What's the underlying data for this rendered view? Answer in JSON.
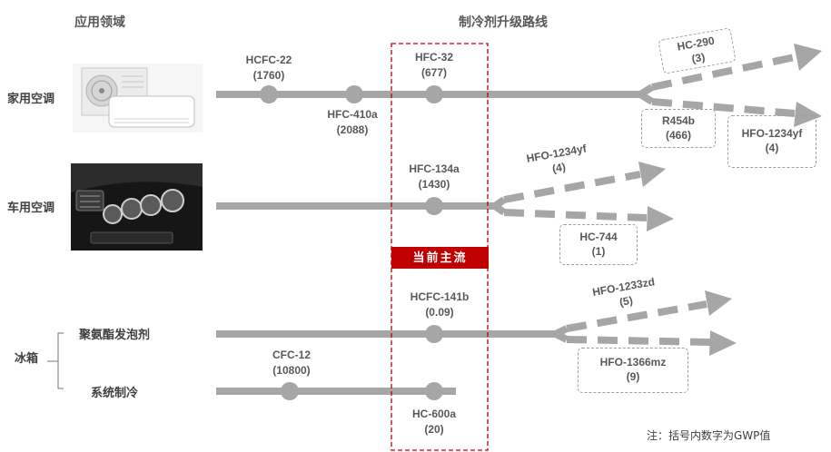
{
  "headers": {
    "application": "应用领域",
    "route": "制冷剂升级路线"
  },
  "rows": {
    "home_ac": "家用空调",
    "car_ac": "车用空调",
    "fridge": "冰箱",
    "pu_foam": "聚氨酯发泡剂",
    "system_cooling": "系统制冷"
  },
  "refrigerants": {
    "hcfc22": {
      "name": "HCFC-22",
      "gwp": "(1760)"
    },
    "hfc410a": {
      "name": "HFC-410a",
      "gwp": "(2088)"
    },
    "hfc32": {
      "name": "HFC-32",
      "gwp": "(677)"
    },
    "hfc134a": {
      "name": "HFC-134a",
      "gwp": "(1430)"
    },
    "hcfc141b": {
      "name": "HCFC-141b",
      "gwp": "(0.09)"
    },
    "cfc12": {
      "name": "CFC-12",
      "gwp": "(10800)"
    },
    "hc600a": {
      "name": "HC-600a",
      "gwp": "(20)"
    }
  },
  "future": {
    "hc290": {
      "name": "HC-290",
      "gwp": "(3)"
    },
    "r454b": {
      "name": "R454b",
      "gwp": "(466)"
    },
    "hfo1234yf_home": {
      "name": "HFO-1234yf",
      "gwp": "(4)"
    },
    "hfo1234yf_car": {
      "name": "HFO-1234yf",
      "gwp": "(4)"
    },
    "hc744": {
      "name": "HC-744",
      "gwp": "(1)"
    },
    "hfo1233zd": {
      "name": "HFO-1233zd",
      "gwp": "(5)"
    },
    "hfo1366mz": {
      "name": "HFO-1366mz",
      "gwp": "(9)"
    }
  },
  "current_tag": "当前主流",
  "note": "注：括号内数字为GWP值",
  "colors": {
    "line": "#a6a6a6",
    "accent": "#c00000",
    "dashed_box": "#9e9e9e"
  },
  "icons": {
    "home_ac_image": "air-conditioner-units",
    "car_ac_image": "car-dashboard-controls"
  }
}
